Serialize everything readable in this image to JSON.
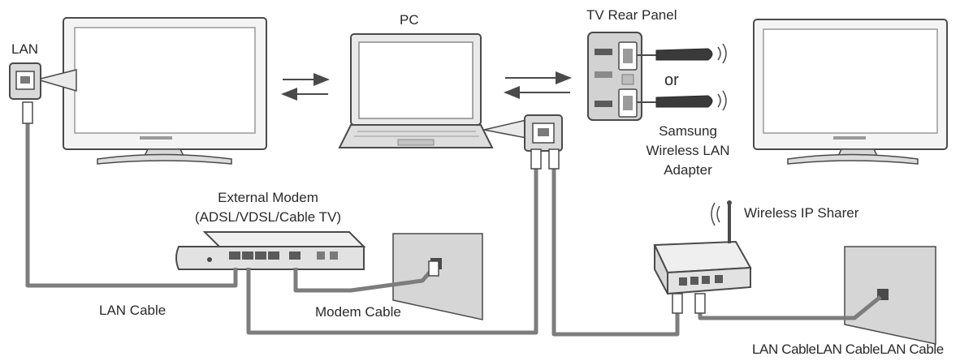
{
  "labels": {
    "lan": "LAN",
    "pc": "PC",
    "tv_rear_panel": "TV Rear Panel",
    "or": "or",
    "samsung_adapter_line1": "Samsung",
    "samsung_adapter_line2": "Wireless LAN",
    "samsung_adapter_line3": "Adapter",
    "external_modem_line1": "External Modem",
    "external_modem_line2": "(ADSL/VDSL/Cable TV)",
    "wireless_ip_sharer": "Wireless IP Sharer",
    "lan_cable_left": "LAN Cable",
    "modem_cable": "Modem Cable",
    "lan_cables_right": "LAN CableLAN CableLAN Cable"
  },
  "colors": {
    "cable": "#7d7d7d",
    "device_outline": "#4a4a4a",
    "device_fill": "#e9e9e9",
    "wall": "#d6d6d6",
    "text": "#2a2a2a"
  }
}
